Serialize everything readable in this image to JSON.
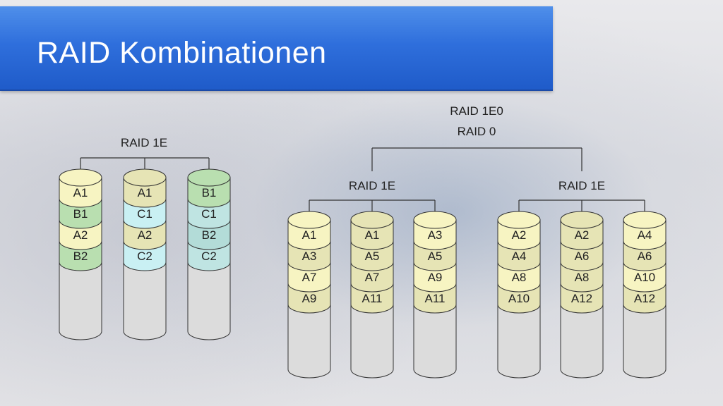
{
  "slide": {
    "title": "RAID Kombinationen"
  },
  "diagram_left": {
    "label": "RAID 1E",
    "disks": [
      [
        "A1",
        "B1",
        "A2",
        "B2"
      ],
      [
        "A1",
        "C1",
        "A2",
        "C2"
      ],
      [
        "B1",
        "C1",
        "B2",
        "C2"
      ]
    ]
  },
  "diagram_right": {
    "label_top_1": "RAID 1E0",
    "label_top_2": "RAID 0",
    "groups": [
      {
        "label": "RAID 1E",
        "disks": [
          [
            "A1",
            "A3",
            "A7",
            "A9"
          ],
          [
            "A1",
            "A5",
            "A7",
            "A11"
          ],
          [
            "A3",
            "A5",
            "A9",
            "A11"
          ]
        ]
      },
      {
        "label": "RAID 1E",
        "disks": [
          [
            "A2",
            "A4",
            "A8",
            "A10"
          ],
          [
            "A2",
            "A6",
            "A8",
            "A12"
          ],
          [
            "A4",
            "A6",
            "A10",
            "A12"
          ]
        ]
      }
    ]
  },
  "colors": {
    "A": "#f7f4c2",
    "Aalt": "#e6e4b5",
    "B": "#b9dfb0",
    "C": "#c9f0f3",
    "Bteal": "#b3dcd8",
    "Cteal": "#bfe4e2",
    "empty": "#dcdcdc",
    "stroke": "#333333"
  }
}
